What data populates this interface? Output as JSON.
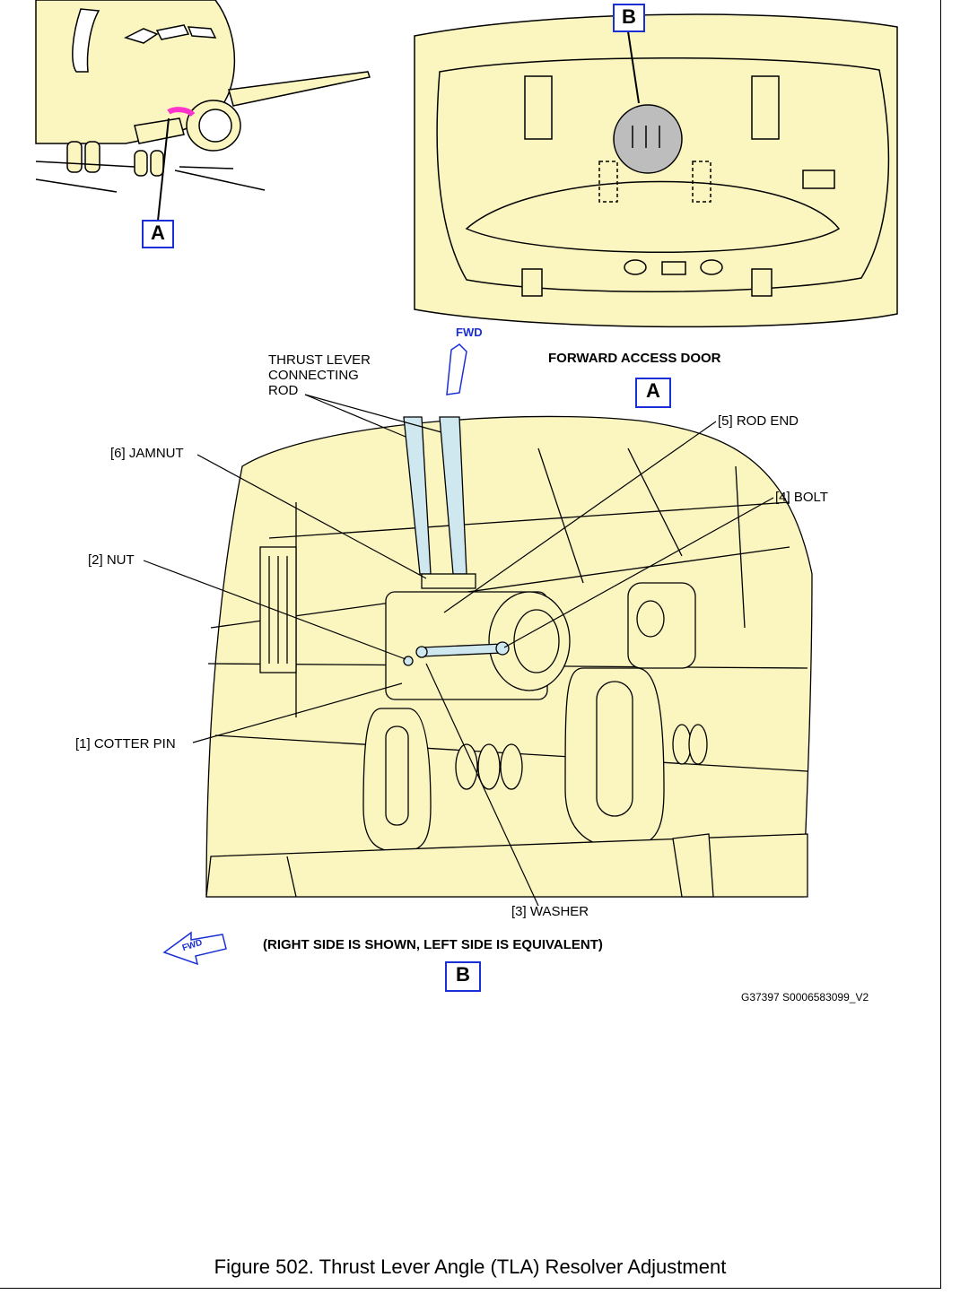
{
  "callouts": {
    "view_a": "A",
    "view_b": "B",
    "label_a": "A",
    "label_b": "B"
  },
  "fwd_top": "FWD",
  "fwd_bottom": "FWD",
  "door_title": "FORWARD ACCESS DOOR",
  "parts": {
    "connecting_rod": "THRUST LEVER\nCONNECTING\nROD",
    "jamnut": "[6] JAMNUT",
    "rod_end": "[5] ROD END",
    "bolt": "[4] BOLT",
    "nut": "[2] NUT",
    "cotter_pin": "[1] COTTER PIN",
    "washer": "[3] WASHER"
  },
  "view_note": "(RIGHT SIDE IS SHOWN, LEFT SIDE IS EQUIVALENT)",
  "drawing_id": "G37397 S0006583099_V2",
  "figure_caption": "Figure 502. Thrust Lever Angle (TLA) Resolver Adjustment",
  "colors": {
    "fill": "#fbf6c0",
    "accent": "#1a2fd6",
    "highlight": "#ff33cc",
    "rod": "#cfe8f0",
    "lens": "#bdbdbd"
  }
}
